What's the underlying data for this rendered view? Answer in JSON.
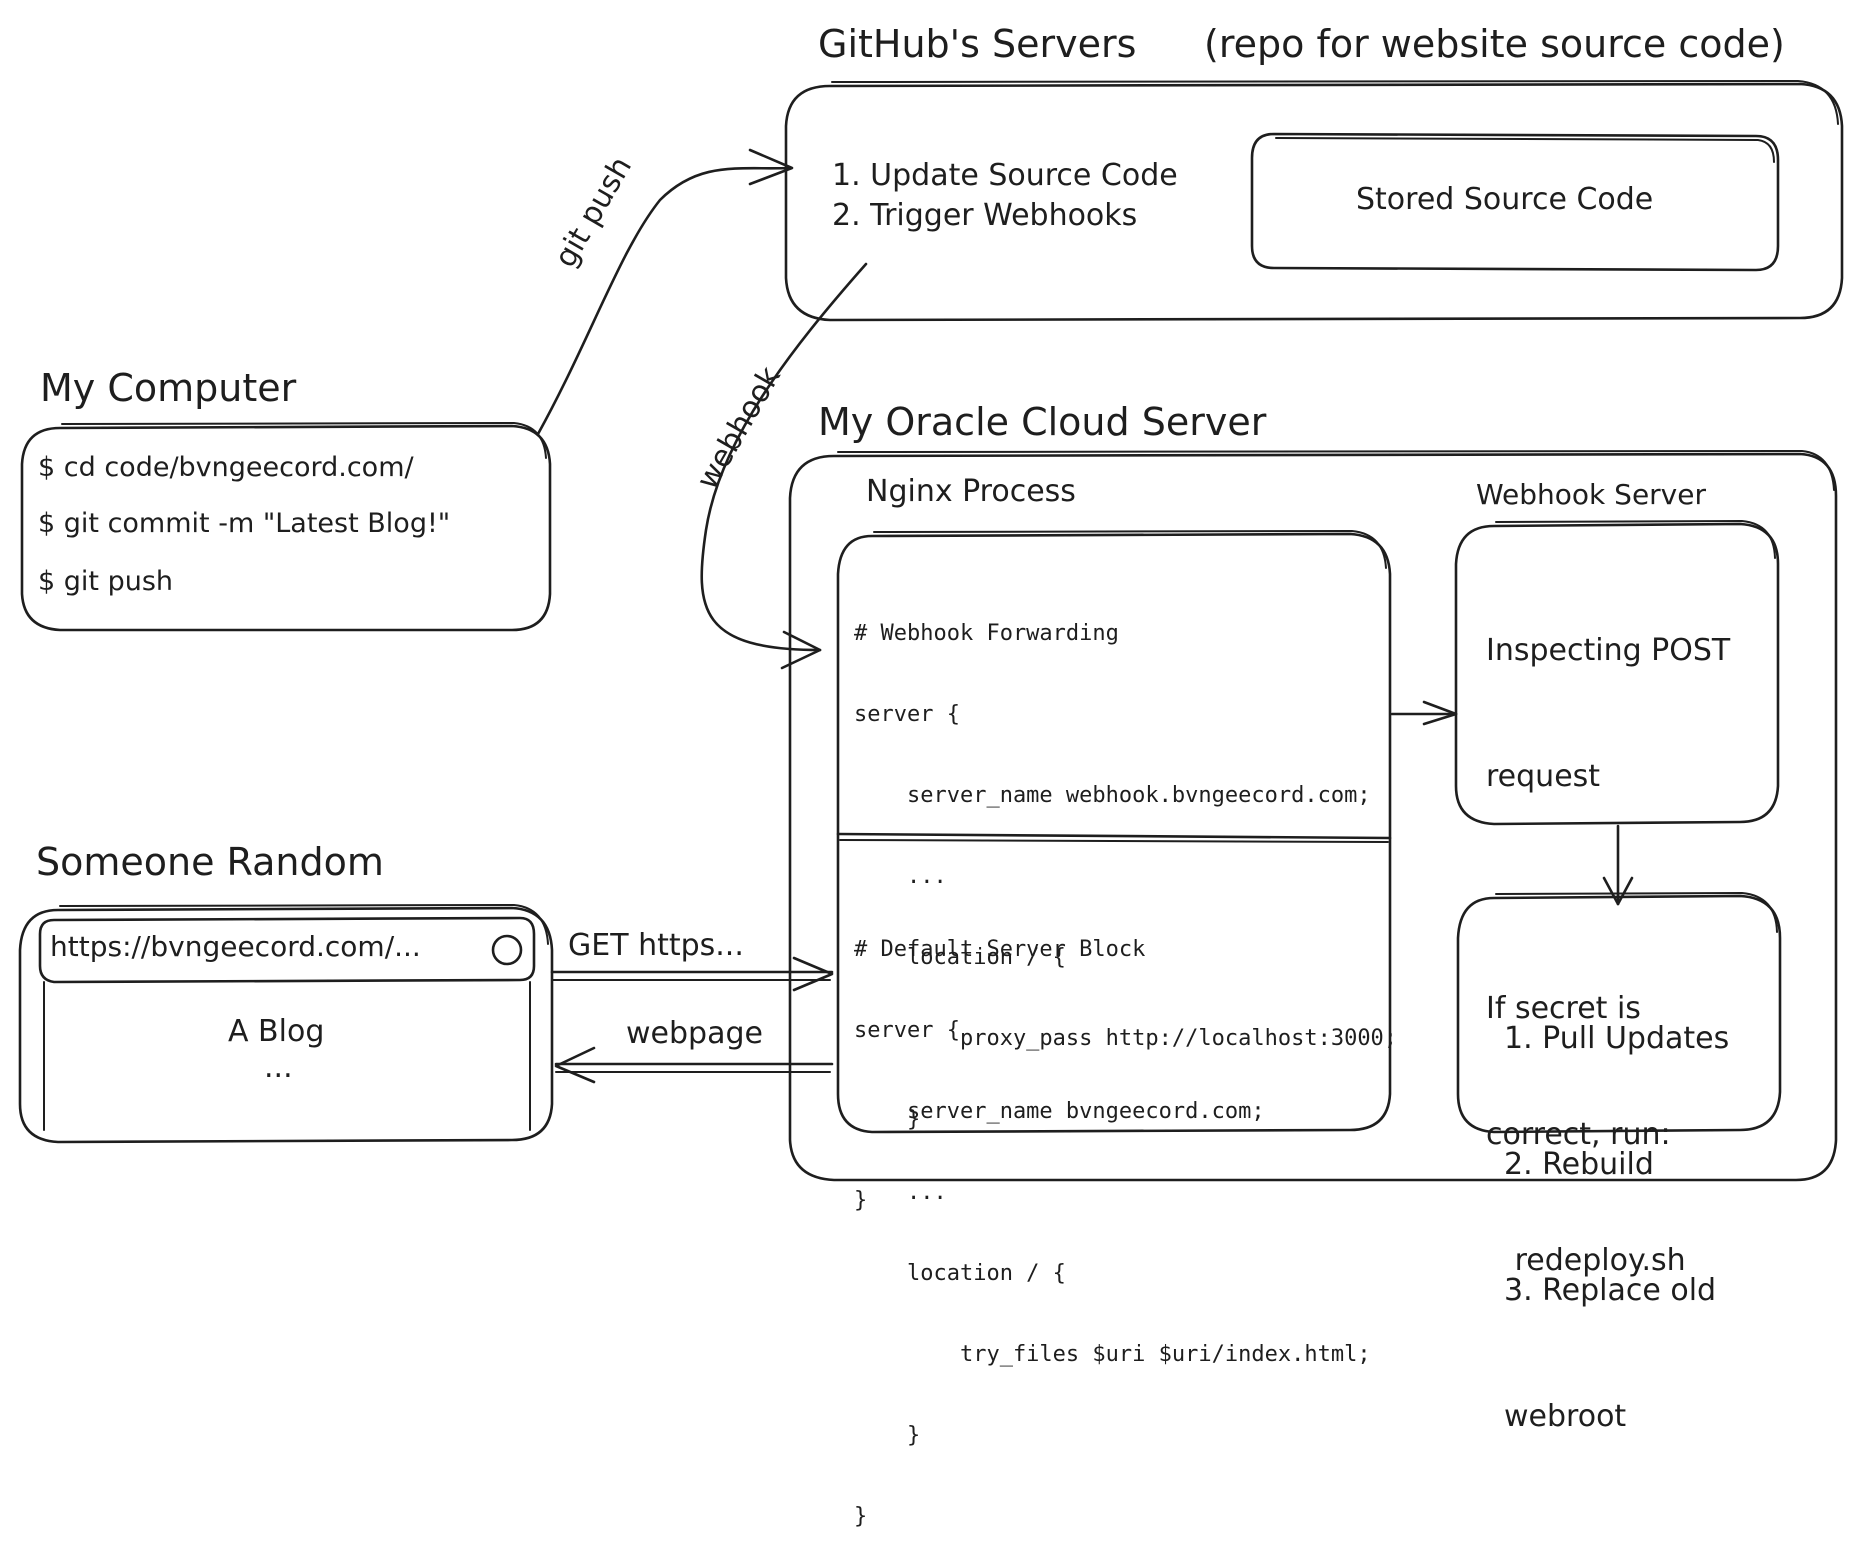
{
  "github": {
    "title": "GitHub's Servers",
    "subtitle": "(repo for website source code)",
    "steps": [
      "1. Update Source Code",
      "2. Trigger Webhooks"
    ],
    "store_label": "Stored Source Code"
  },
  "computer": {
    "title": "My Computer",
    "commands": [
      "$ cd code/bvngeecord.com/",
      "$ git commit -m \"Latest Blog!\"",
      "$ git push"
    ]
  },
  "oracle": {
    "title": "My Oracle Cloud Server",
    "nginx_title": "Nginx Process",
    "webhook_title": "Webhook Server",
    "webhook_block": [
      "# Webhook Forwarding",
      "server {",
      "    server_name webhook.bvngeecord.com;",
      "    ...",
      "    location / {",
      "        proxy_pass http://localhost:3000;",
      "    }",
      "}"
    ],
    "default_block": [
      "# Default Server Block",
      "server {",
      "    server_name bvngeecord.com;",
      "    ...",
      "    location / {",
      "        try_files $uri $uri/index.html;",
      "    }",
      "}"
    ],
    "inspect_text": [
      "Inspecting POST",
      "request",
      "",
      "If secret is",
      "correct, run:",
      "   redeploy.sh"
    ],
    "redeploy_steps": [
      "1. Pull Updates",
      "2. Rebuild",
      "3. Replace old",
      "webroot"
    ]
  },
  "random": {
    "title": "Someone Random",
    "url": "https://bvngeecord.com/...",
    "page_title": "A Blog",
    "page_more": "..."
  },
  "arrows": {
    "git_push": "git push",
    "webhook": "webhook",
    "get_request": "GET https...",
    "webpage": "webpage"
  }
}
